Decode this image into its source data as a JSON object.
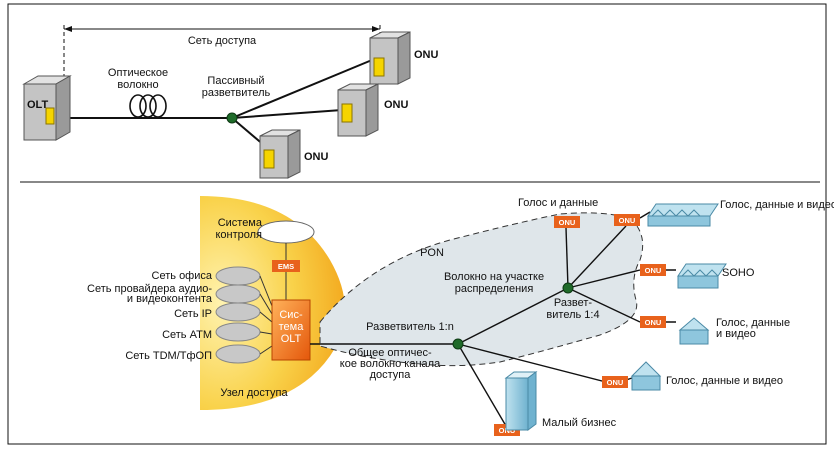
{
  "top": {
    "access_network": "Сеть доступа",
    "fiber": [
      "Оптическое",
      "волокно"
    ],
    "splitter": [
      "Пассивный",
      "разветвитель"
    ],
    "olt": "OLT",
    "onu": "ONU"
  },
  "bottom": {
    "control_system": [
      "Система",
      "контроля"
    ],
    "ems": "EMS",
    "sources": [
      "Сеть офиса",
      "Сеть провайдера аудио-",
      "и видеоконтента",
      "Сеть IP",
      "Сеть ATM",
      "Сеть TDM/ТфОП"
    ],
    "olt_system": [
      "Сис-",
      "тема",
      "OLT"
    ],
    "access_node": "Узел доступа",
    "pon": "PON",
    "splitter_1n": "Разветвитель 1:n",
    "common_fiber": [
      "Общее оптичес-",
      "кое волокно канала",
      "доступа"
    ],
    "distribution_fiber": [
      "Волокно на участке",
      "распределения"
    ],
    "splitter_14": [
      "Развет-",
      "витель 1:4"
    ],
    "onu": "ONU",
    "voice_data": "Голос и данные",
    "voice_data_video": "Голос, данные и видео",
    "soho": "SOHO",
    "voice_data_video_2": [
      "Голос, данные",
      "и видео"
    ],
    "voice_data_video_3": "Голос, данные и видео",
    "small_business": "Малый бизнес"
  },
  "colors": {
    "box_face": "#c4c4c4",
    "box_side": "#9a9a9a",
    "box_top": "#e2e2e2",
    "indicator": "#f5d400",
    "node_green": "#1f6b2a",
    "onu_tag": "#e8621c",
    "olt_orange": "#f07a10",
    "access_yellow": "#f7c93a",
    "pon_fill": "#dfe6ea",
    "building": "#8ec6dd",
    "oval": "#c8c8c8"
  }
}
